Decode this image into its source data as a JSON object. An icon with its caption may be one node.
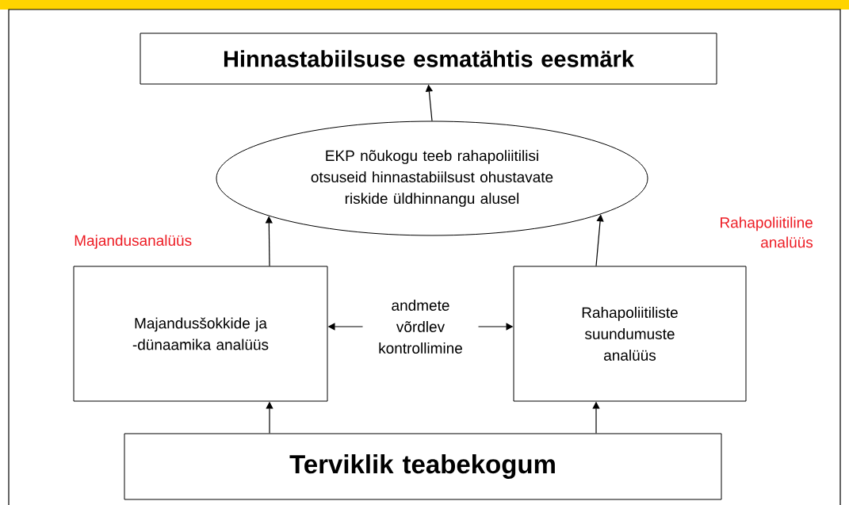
{
  "diagram": {
    "nodes": [
      {
        "text": [
          "Hinnastabiilsuse esmatähtis eesmärk"
        ]
      },
      {
        "text": [
          "EKP nõukogu teeb rahapoliitilisi otsuseid hinnastabiilsust ohustavate riskide üldhinnangu alusel"
        ]
      },
      {
        "text": [
          "Majandusšokkide ja -dünaamika analüüs"
        ]
      },
      {
        "text": [
          "Rahapoliitiliste suundumuste analüüs"
        ]
      },
      {
        "text": [
          "Terviklik teabekogum"
        ]
      }
    ],
    "edges": [
      {
        "from": 1,
        "to": 0,
        "arrow": "to"
      },
      {
        "from": 2,
        "to": 1,
        "arrow": "to"
      },
      {
        "from": 3,
        "to": 1,
        "arrow": "to"
      },
      {
        "from": 4,
        "to": 2,
        "arrow": "to"
      },
      {
        "from": 4,
        "to": 3,
        "arrow": "to"
      },
      {
        "from": 2,
        "to": 3,
        "arrow": "both",
        "label": "andmete võrdlev kontrollimine"
      }
    ],
    "labels": [
      "Majandusanalüüs",
      "Rahapoliitiline analüüs"
    ]
  }
}
